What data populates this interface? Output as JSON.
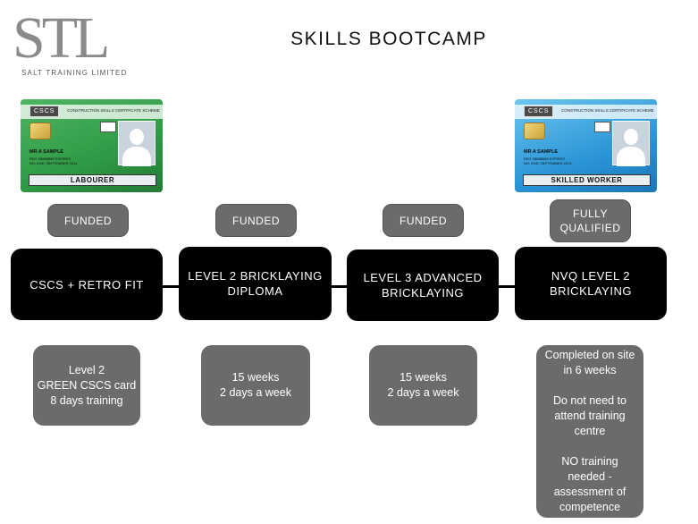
{
  "logo": {
    "mark": "STL",
    "subtitle": "SALT TRAINING LIMITED"
  },
  "title": "SKILLS BOOTCAMP",
  "cards": [
    {
      "badge": "CSCS",
      "scheme": "CONSTRUCTION SKILLS CERTIFICATE SCHEME",
      "name": "MR A SAMPLE",
      "line1": "REG 08888888   EXPIRES",
      "line2": "NO:             END:  SEPTEMBER 2014",
      "footer": "LABOURER",
      "color": "#3aa84f"
    },
    {
      "badge": "CSCS",
      "scheme": "CONSTRUCTION SKILLS CERTIFICATE SCHEME",
      "name": "MR A SAMPLE",
      "line1": "REG 08888888   EXPIRES",
      "line2": "NO:             END:  SEPTEMBER 2014",
      "footer": "SKILLED WORKER",
      "color": "#2a95d6"
    }
  ],
  "funding": [
    "FUNDED",
    "FUNDED",
    "FUNDED",
    "FULLY\nQUALIFIED"
  ],
  "stages": [
    "CSCS + RETRO FIT",
    "LEVEL 2 BRICKLAYING\nDIPLOMA",
    "LEVEL 3 ADVANCED\nBRICKLAYING",
    "NVQ LEVEL 2\nBRICKLAYING"
  ],
  "details": [
    "Level 2\nGREEN CSCS card\n8 days training",
    "15 weeks\n2 days a week",
    "15 weeks\n2 days a week",
    "Completed on site\nin 6 weeks\n\nDo not need to\nattend training\ncentre\n\nNO training\nneeded -\nassessment of\ncompetence"
  ]
}
